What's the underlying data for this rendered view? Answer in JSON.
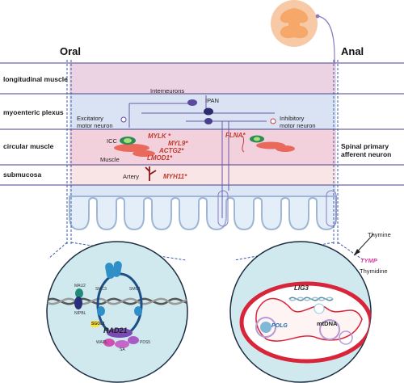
{
  "header": {
    "oral": "Oral",
    "anal": "Anal"
  },
  "layers": {
    "longitudinal": "longitudinal muscle",
    "myenteric": "myoenteric plexus",
    "circular": "circular muscle",
    "submucosa": "submucosa"
  },
  "neurons": {
    "interneurons": "Interneurons",
    "ipan": "IPAN",
    "excitatory_line1": "Excitatory",
    "excitatory_line2": "motor neuron",
    "inhibitory_line1": "Inhibitory",
    "inhibitory_line2": "motor neuron",
    "spinal_line1": "Spinal primary",
    "spinal_line2": "afferent neuron"
  },
  "cells": {
    "icc": "ICC",
    "muscle": "Muscle",
    "artery": "Artery"
  },
  "genes": {
    "mylk": "MYLK *",
    "myl9": "MYL9*",
    "actg2": "ACTG2*",
    "lmod1": "LMOD1*",
    "flna": "FLNA*",
    "myh11": "MYH11*"
  },
  "cohesin": {
    "mau2": "MAU2",
    "nipbl": "NIPBL",
    "smc3": "SMC3",
    "smc1": "SMC1",
    "sgol1": "SGOL1",
    "rad21": "RAD21",
    "wapl": "WAPL",
    "sa": "SA",
    "pds5": "PDS5"
  },
  "mito": {
    "thymine": "Thymine",
    "tymp": "TYMP",
    "thymidine": "Thymidine",
    "lig3": "LIG3",
    "polg": "POLG",
    "mtdna": "mtDNA"
  },
  "colors": {
    "longitudinal": "#ecd3e3",
    "myenteric": "#d9e3f3",
    "circular": "#f2d1dd",
    "submucosa": "#f9e4e6",
    "boundary": "#4b3f8c",
    "gene_red": "#c0392b",
    "tymp_pink": "#d63ea0",
    "circle_fill": "#cfe9ee",
    "mito_red": "#d8253a"
  }
}
